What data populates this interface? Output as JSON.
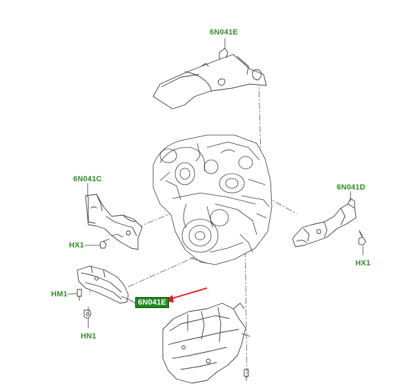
{
  "colors": {
    "callout_text": "#2e8b22",
    "highlight_bg": "#1f8a1f",
    "arrow": "#e02020",
    "line_art": "#333333"
  },
  "callouts": {
    "top_shield": "6N041E",
    "left_shield": "6N041C",
    "right_shield": "6N041D",
    "lower_shield": "6N041E",
    "bolt_left": "HX1",
    "bolt_right": "HX1",
    "bolt_hm": "HM1",
    "nut_hn": "HN1"
  },
  "highlighted_part": "lower_shield",
  "pointer_arrow": {
    "color": "red",
    "target": "lower_shield"
  }
}
